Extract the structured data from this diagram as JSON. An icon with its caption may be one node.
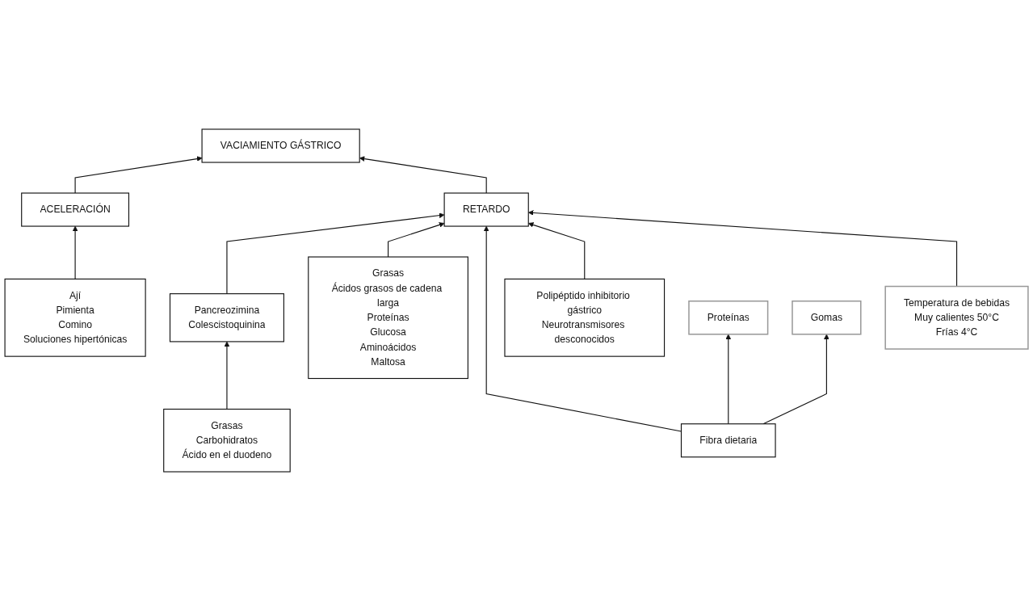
{
  "diagram": {
    "nodes": [
      {
        "text": [
          "Ají",
          "Pimienta",
          "Comino",
          "Soluciones hipertónicas"
        ]
      },
      {
        "text": [
          "ACELERACIÓN"
        ]
      },
      {
        "text": [
          "VACIAMIENTO GÁSTRICO"
        ]
      },
      {
        "text": [
          "RETARDO"
        ]
      },
      {
        "text": [
          "Pancreozimina",
          "Colescistoquinina"
        ]
      },
      {
        "text": [
          "Grasas",
          "Carbohidratos",
          "Ácido en el duodeno"
        ]
      },
      {
        "text": [
          "Grasas",
          "Ácidos grasos de cadena larga",
          "Proteínas",
          "Glucosa",
          "Aminoácidos",
          "Maltosa"
        ]
      },
      {
        "text": [
          "Fibra dietaria"
        ]
      },
      {
        "text": [
          "Polipéptido inhibitorio gástrico",
          "Neurotransmisores desconocidos"
        ]
      },
      {
        "text": [
          "Proteínas"
        ]
      },
      {
        "text": [
          "Gomas"
        ]
      },
      {
        "text": [
          "Temperatura de bebidas",
          "Muy calientes 50°C",
          "Frías 4°C"
        ]
      }
    ],
    "edges": [
      {
        "from": 0,
        "to": 1,
        "arrow": "to"
      },
      {
        "from": 1,
        "to": 2,
        "arrow": "to"
      },
      {
        "from": 3,
        "to": 2,
        "arrow": "to"
      },
      {
        "from": 4,
        "to": 3,
        "arrow": "to"
      },
      {
        "from": 5,
        "to": 4,
        "arrow": "to"
      },
      {
        "from": 6,
        "to": 3,
        "arrow": "to"
      },
      {
        "from": 7,
        "to": 3,
        "arrow": "to"
      },
      {
        "from": 8,
        "to": 3,
        "arrow": "to"
      },
      {
        "from": 11,
        "to": 3,
        "arrow": "to"
      },
      {
        "from": 7,
        "to": 9,
        "arrow": "to"
      },
      {
        "from": 7,
        "to": 10,
        "arrow": "to"
      }
    ]
  }
}
